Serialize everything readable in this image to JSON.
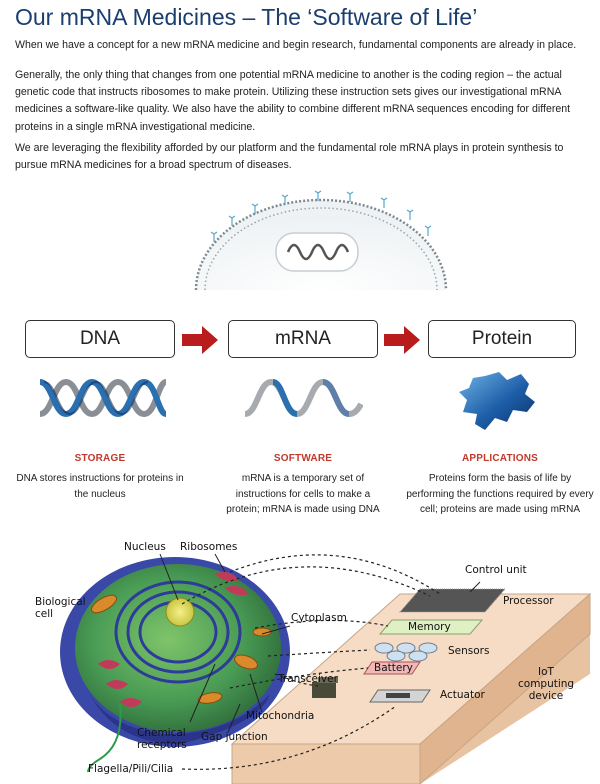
{
  "header": {
    "title": "Our mRNA Medicines – The ‘Software of Life’"
  },
  "paragraphs": [
    "When we have a concept for a new mRNA medicine and begin research, fundamental components are already in place.",
    "Generally, the only thing that changes from one potential mRNA medicine to another is the coding region – the actual genetic code that instructs ribosomes to make protein. Utilizing these instruction sets gives our investigational mRNA medicines a software-like quality. We also have the ability to combine different mRNA sequences encoding for different proteins in a single mRNA investigational medicine.",
    "We are leveraging the flexibility afforded by our platform and the fundamental role mRNA plays in protein synthesis to pursue mRNA medicines for a broad spectrum of diseases."
  ],
  "flow": {
    "boxes": [
      "DNA",
      "mRNA",
      "Protein"
    ],
    "columns": [
      {
        "heading": "STORAGE",
        "text": "DNA stores instructions for proteins in the nucleus"
      },
      {
        "heading": "SOFTWARE",
        "text": "mRNA is a temporary set of instructions for cells to make a protein; mRNA is made using DNA"
      },
      {
        "heading": "APPLICATIONS",
        "text": "Proteins form the basis of life by performing the functions required by every cell; proteins are made using mRNA"
      }
    ],
    "colors": {
      "arrow": "#b81c1c",
      "heading": "#c0392b",
      "helix_blue": "#2a6fb0",
      "helix_gray": "#8a8f96"
    }
  },
  "diagram": {
    "labels": {
      "nucleus": "Nucleus",
      "ribosomes": "Ribosomes",
      "biological_cell": "Biological cell",
      "cytoplasm": "Cytoplasm",
      "chemical_receptors": "Chemical receptors",
      "gap_junction": "Gap junction",
      "mitochondria": "Mitochondria",
      "flagella": "Flagella/Pili/Cilia",
      "control_unit": "Control unit",
      "processor": "Processor",
      "memory": "Memory",
      "sensors": "Sensors",
      "battery": "Battery",
      "transceiver": "Transceiver",
      "actuator": "Actuator",
      "iot_device": "IoT computing device"
    },
    "colors": {
      "board": "#f6dcc4",
      "board_side": "#e8c3a2",
      "memory": "#dff0c4",
      "cell_outer": "#3a49a8"
    }
  }
}
